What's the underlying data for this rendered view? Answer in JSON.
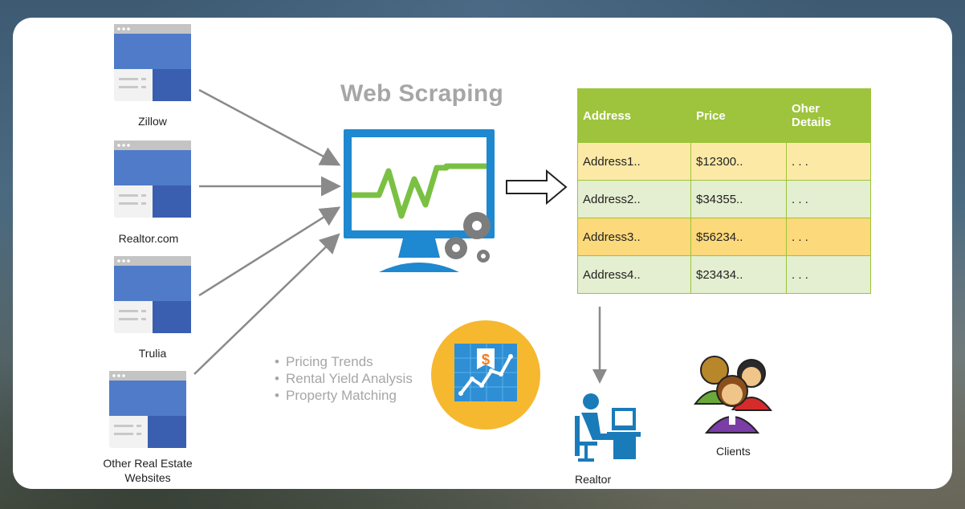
{
  "title": "Web Scraping",
  "sources": [
    {
      "label": "Zillow"
    },
    {
      "label": "Realtor.com"
    },
    {
      "label": "Trulia"
    },
    {
      "label": "Other Real Estate\nWebsites"
    }
  ],
  "table": {
    "headers": [
      "Address",
      "Price",
      "Oher\nDetails"
    ],
    "rows": [
      [
        "Address1..",
        "$12300..",
        ". . ."
      ],
      [
        "Address2..",
        "$34355..",
        ". . ."
      ],
      [
        "Address3..",
        "$56234..",
        ". . ."
      ],
      [
        "Address4..",
        "$23434..",
        ". . ."
      ]
    ]
  },
  "bullets": [
    "Pricing Trends",
    "Rental Yield Analysis",
    "Property Matching"
  ],
  "realtor_label": "Realtor",
  "clients_label": "Clients",
  "price_tag_symbol": "$",
  "colors": {
    "browser_blue": "#4f7bc9",
    "browser_dark": "#3a5fb0",
    "monitor_blue": "#1e88d0",
    "pulse_green": "#7ac143",
    "table_header": "#9dc43c",
    "circle_orange": "#f5b82e",
    "title_gray": "#a6a6a6"
  }
}
